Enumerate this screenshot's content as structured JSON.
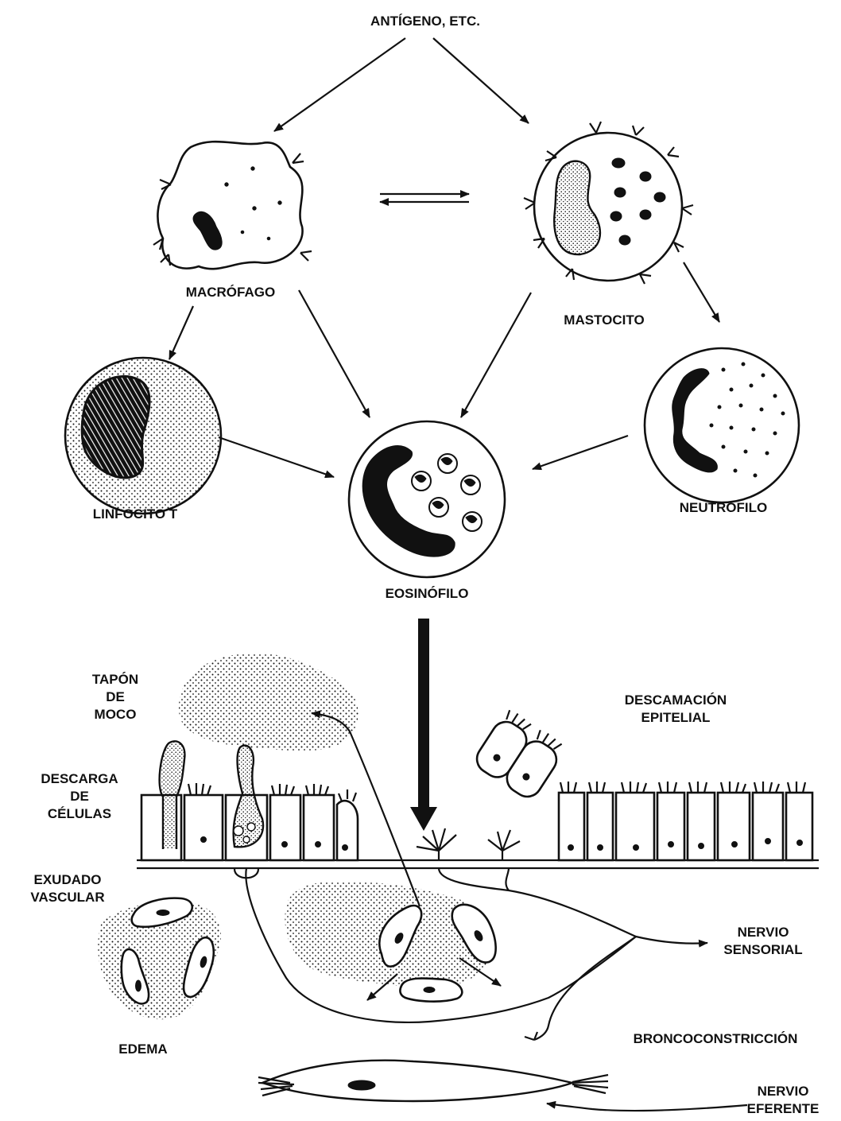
{
  "labels": {
    "antigen": "ANTÍGENO, ETC.",
    "macrophage": "MACRÓFAGO",
    "mast_cell": "MASTOCITO",
    "t_lymphocyte": "LINFOCITO T",
    "neutrophil": "NEUTRÓFILO",
    "eosinophil": "EOSINÓFILO",
    "mucus_plug": [
      "TAPÓN",
      "DE",
      "MOCO"
    ],
    "epithelial_shedding": [
      "DESCAMACIÓN",
      "EPITELIAL"
    ],
    "cell_discharge": [
      "DESCARGA",
      "DE",
      "CÉLULAS"
    ],
    "vascular_exudate": [
      "EXUDADO",
      "VASCULAR"
    ],
    "sensory_nerve": [
      "NERVIO",
      "SENSORIAL"
    ],
    "edema": "EDEMA",
    "bronchoconstriction": "BRONCOCONSTRICCIÓN",
    "efferent_nerve": [
      "NERVIO",
      "EFERENTE"
    ]
  }
}
